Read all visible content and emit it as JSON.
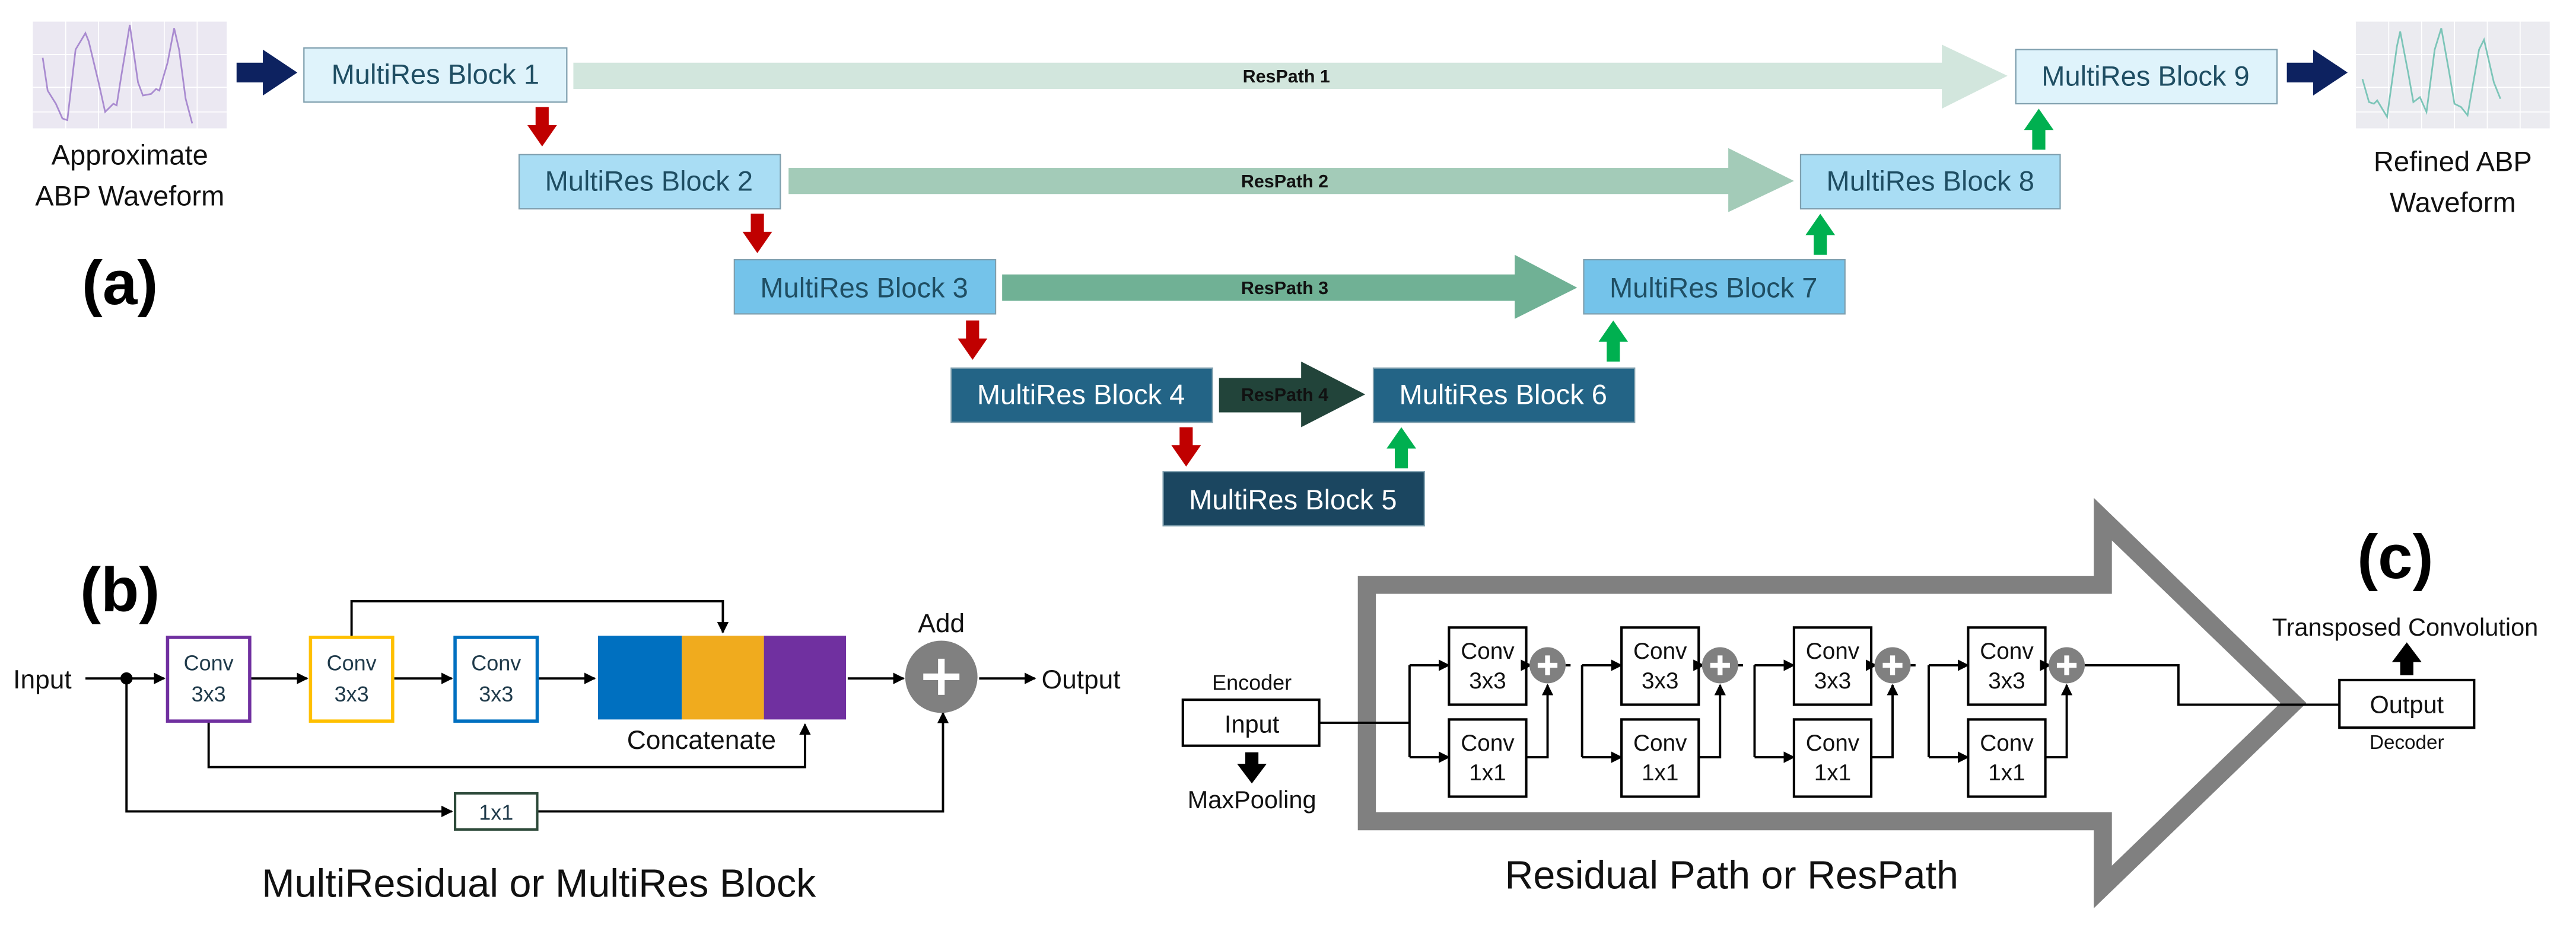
{
  "panels": {
    "a": "(a)",
    "b": "(b)",
    "c": "(c)"
  },
  "panel_a": {
    "input_caption": [
      "Approximate",
      "ABP Waveform"
    ],
    "output_caption": [
      "Refined ABP",
      "Waveform"
    ],
    "blocks": [
      {
        "label": "MultiRes Block 1",
        "fill": "#dff3fb",
        "text": "#1f4e63"
      },
      {
        "label": "MultiRes Block 2",
        "fill": "#a9ddf4",
        "text": "#1f4e63"
      },
      {
        "label": "MultiRes Block 3",
        "fill": "#74c3ea",
        "text": "#1f4e63"
      },
      {
        "label": "MultiRes Block 4",
        "fill": "#236486",
        "text": "#ffffff"
      },
      {
        "label": "MultiRes Block 5",
        "fill": "#1b4660",
        "text": "#ffffff"
      },
      {
        "label": "MultiRes Block 6",
        "fill": "#236486",
        "text": "#ffffff"
      },
      {
        "label": "MultiRes Block 7",
        "fill": "#74c3ea",
        "text": "#1f4e63"
      },
      {
        "label": "MultiRes Block 8",
        "fill": "#a9ddf4",
        "text": "#1f4e63"
      },
      {
        "label": "MultiRes Block 9",
        "fill": "#dff3fb",
        "text": "#1f4e63"
      }
    ],
    "respaths": [
      {
        "label": "ResPath 1",
        "fill": "#d2e6dd"
      },
      {
        "label": "ResPath 2",
        "fill": "#a3cbb8"
      },
      {
        "label": "ResPath 3",
        "fill": "#70b195"
      },
      {
        "label": "ResPath 4",
        "fill": "#22443a",
        "text": "#ffffff"
      }
    ],
    "colors": {
      "down_arrow": "#c00000",
      "up_arrow": "#00b050",
      "io_arrow": "#0d2260",
      "input_wave": "#a98bd0",
      "output_wave": "#7cc5b8"
    }
  },
  "panel_b": {
    "input_label": "Input",
    "output_label": "Output",
    "add_label": "Add",
    "concat_label": "Concatenate",
    "convs": [
      {
        "line1": "Conv",
        "line2": "3x3",
        "border": "#7030a0"
      },
      {
        "line1": "Conv",
        "line2": "3x3",
        "border": "#ffc000"
      },
      {
        "line1": "Conv",
        "line2": "3x3",
        "border": "#0070c0"
      }
    ],
    "shortcut_label": "1x1",
    "concat_colors": [
      "#0070c0",
      "#f0ab1e",
      "#7030a0"
    ],
    "title": "MultiResidual or MultiRes Block"
  },
  "panel_c": {
    "encoder_label": "Encoder",
    "input_label": "Input",
    "maxpool_label": "MaxPooling",
    "output_label": "Output",
    "decoder_label": "Decoder",
    "transposed_label": "Transposed Convolution",
    "stages": [
      {
        "top": [
          "Conv",
          "3x3"
        ],
        "bottom": [
          "Conv",
          "1x1"
        ]
      },
      {
        "top": [
          "Conv",
          "3x3"
        ],
        "bottom": [
          "Conv",
          "1x1"
        ]
      },
      {
        "top": [
          "Conv",
          "3x3"
        ],
        "bottom": [
          "Conv",
          "1x1"
        ]
      },
      {
        "top": [
          "Conv",
          "3x3"
        ],
        "bottom": [
          "Conv",
          "1x1"
        ]
      }
    ],
    "arrow_color": "#808080",
    "title": "Residual Path or ResPath"
  }
}
